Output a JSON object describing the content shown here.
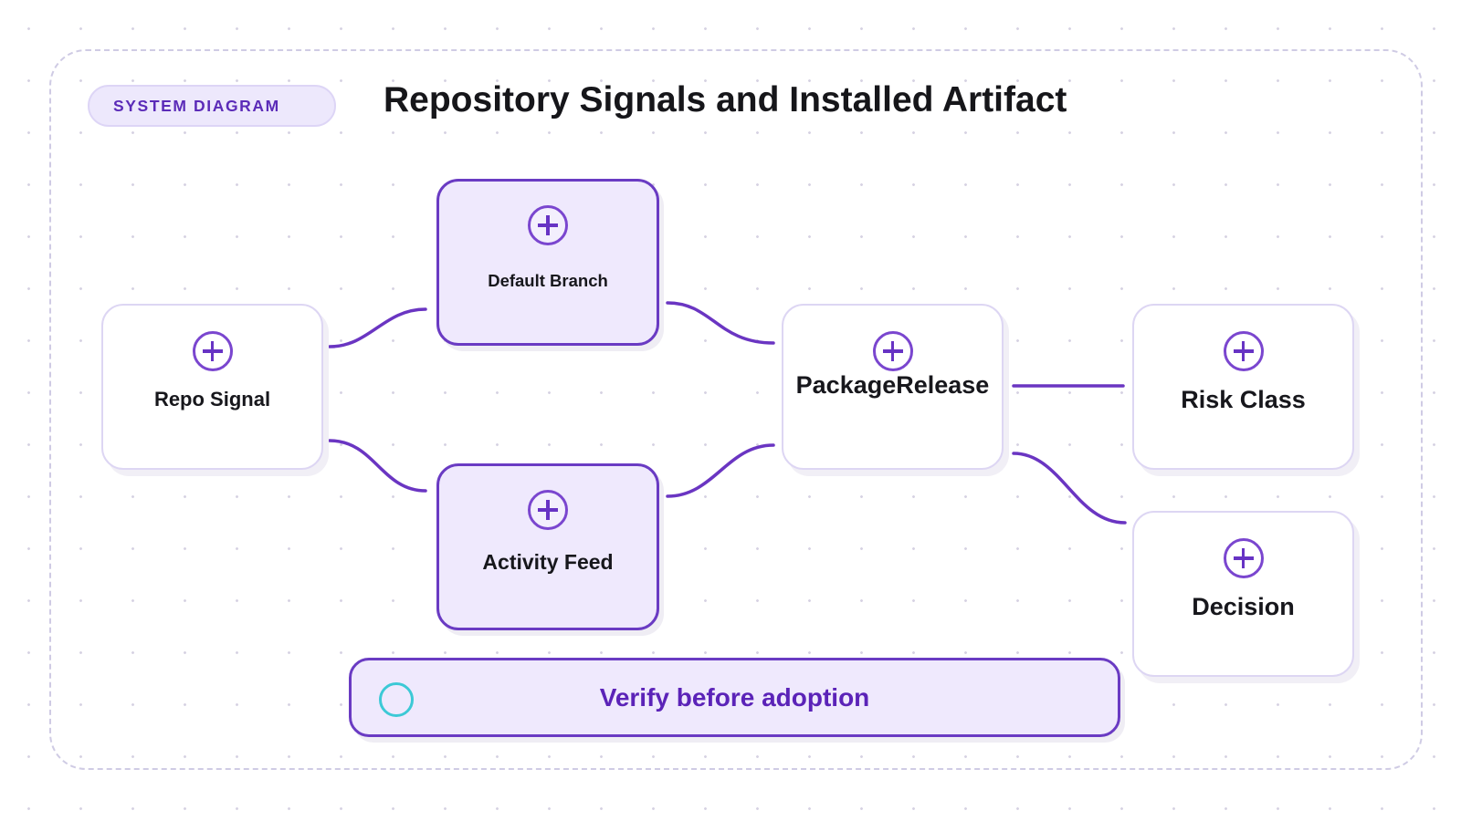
{
  "badge": {
    "label": "SYSTEM DIAGRAM"
  },
  "title": "Repository Signals and Installed Artifact",
  "nodes": {
    "repo_signal": {
      "label": "Repo Signal",
      "icon": "plus-circle-icon"
    },
    "default_branch": {
      "label": "Default Branch",
      "icon": "plus-circle-icon"
    },
    "activity_feed": {
      "label": "Activity Feed",
      "icon": "plus-circle-icon"
    },
    "package_release": {
      "label": "PackageRelease",
      "icon": "plus-circle-icon"
    },
    "risk_class": {
      "label": "Risk Class",
      "icon": "plus-circle-icon"
    },
    "decision": {
      "label": "Decision",
      "icon": "plus-circle-icon"
    }
  },
  "edges": [
    {
      "from": "Repo Signal",
      "to": "Default Branch"
    },
    {
      "from": "Repo Signal",
      "to": "Activity Feed"
    },
    {
      "from": "Default Branch",
      "to": "PackageRelease"
    },
    {
      "from": "Activity Feed",
      "to": "PackageRelease"
    },
    {
      "from": "PackageRelease",
      "to": "Risk Class"
    },
    {
      "from": "PackageRelease",
      "to": "Decision"
    }
  ],
  "callout": {
    "text": "Verify before adoption",
    "icon": "ring-icon"
  },
  "colors": {
    "accent": "#6a3bc3",
    "accent_fill": "#efe9fd",
    "node_border_light": "#ddd6f3",
    "callout_ring": "#3cc9d6",
    "callout_text": "#5b23b8"
  }
}
